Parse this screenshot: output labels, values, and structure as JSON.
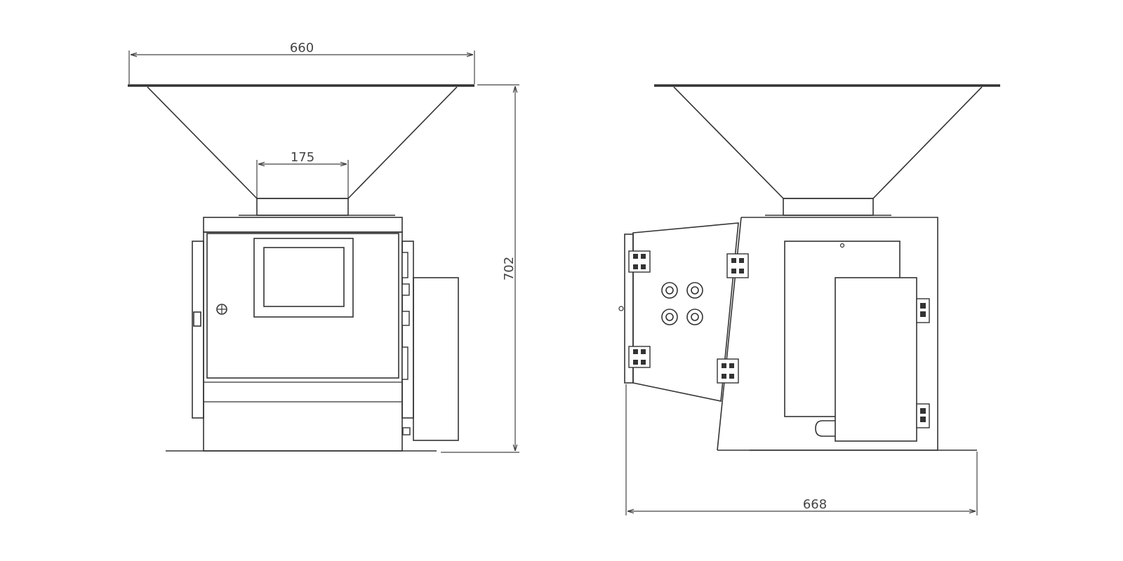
{
  "dimensions": {
    "front_top_width": "660",
    "front_outlet_width": "175",
    "overall_height": "702",
    "side_base_width": "668"
  },
  "colors": {
    "line": "#333333",
    "background": "#ffffff"
  }
}
